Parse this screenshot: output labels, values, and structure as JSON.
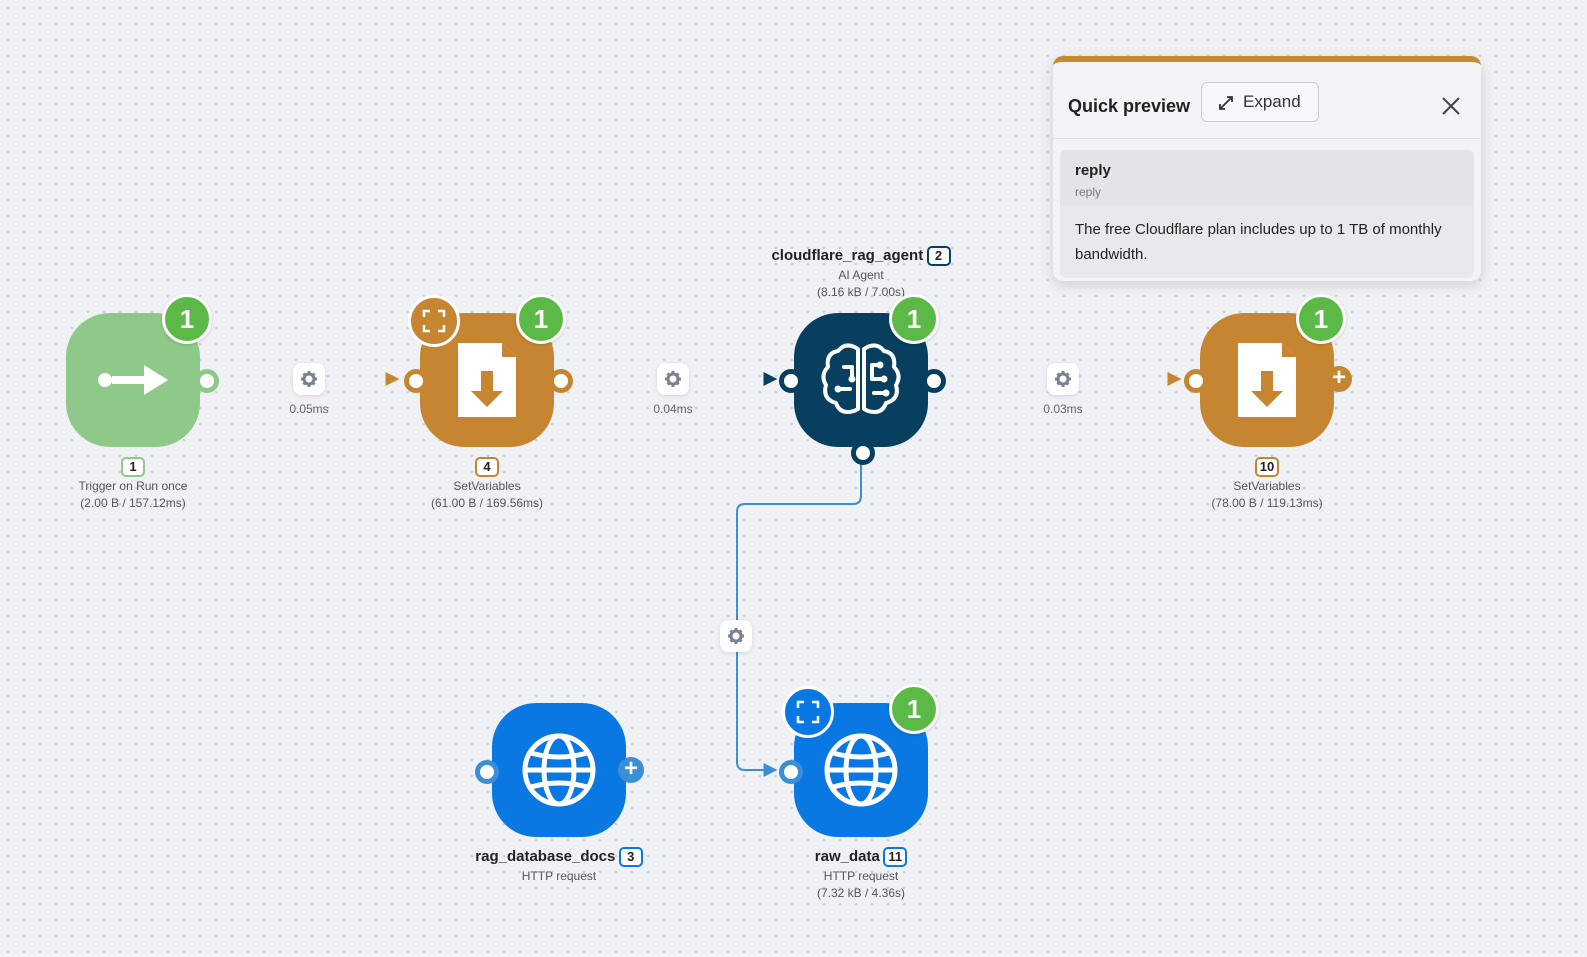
{
  "colors": {
    "trigger": "#8ec98a",
    "setvariables": "#c68631",
    "agent": "#083f5e",
    "http": "#0a78e3",
    "success": "#5cb948"
  },
  "nodes": {
    "trigger": {
      "num": "1",
      "type": "Trigger on Run once",
      "stats": "(2.00 B / 157.12ms)",
      "count": "1",
      "icon": "arrow-right-icon"
    },
    "setvars1": {
      "num": "4",
      "type": "SetVariables",
      "stats": "(61.00 B / 169.56ms)",
      "count": "1",
      "icon": "file-download-icon"
    },
    "agent": {
      "title": "cloudflare_rag_agent",
      "num": "2",
      "type": "AI Agent",
      "stats": "(8.16 kB / 7.00s)",
      "count": "1",
      "icon": "brain-icon"
    },
    "setvars2": {
      "num": "10",
      "type": "SetVariables",
      "stats": "(78.00 B / 119.13ms)",
      "count": "1",
      "icon": "file-download-icon"
    },
    "rag_docs": {
      "title": "rag_database_docs",
      "num": "3",
      "type": "HTTP request",
      "icon": "globe-icon"
    },
    "raw_data": {
      "title": "raw_data",
      "num": "11",
      "type": "HTTP request",
      "stats": "(7.32 kB / 4.36s)",
      "count": "1",
      "icon": "globe-icon"
    }
  },
  "edges": {
    "e1": {
      "time": "0.05ms"
    },
    "e2": {
      "time": "0.04ms"
    },
    "e3": {
      "time": "0.03ms"
    }
  },
  "preview": {
    "title": "Quick preview",
    "expand_label": "Expand",
    "reply_key": "reply",
    "reply_sub": "reply",
    "reply_text": "The free Cloudflare plan includes up to 1 TB of monthly bandwidth."
  }
}
